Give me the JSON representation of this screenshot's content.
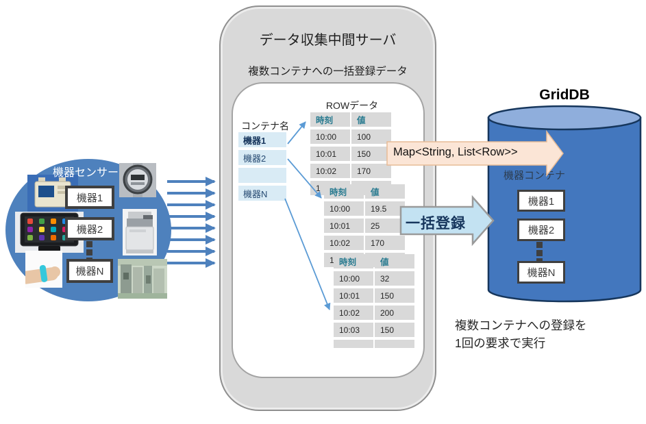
{
  "sensors": {
    "title": "機器センサー",
    "devices": [
      "機器1",
      "機器2",
      "機器N"
    ]
  },
  "server": {
    "title": "データ収集中間サーバ",
    "subtitle": "複数コンテナへの一括登録データ",
    "container_list_label": "コンテナ名",
    "container_cells": [
      "機器1",
      "機器2",
      "",
      "機器N"
    ],
    "row_data_title": "ROWデータ",
    "tables": [
      {
        "headers": [
          "時刻",
          "値"
        ],
        "rows": [
          [
            "10:00",
            "100"
          ],
          [
            "10:01",
            "150"
          ],
          [
            "10:02",
            "170"
          ]
        ],
        "partial_row": "1"
      },
      {
        "headers": [
          "時刻",
          "値"
        ],
        "rows": [
          [
            "10:00",
            "19.5"
          ],
          [
            "10:01",
            "25"
          ],
          [
            "10:02",
            "170"
          ]
        ],
        "partial_row": "1"
      },
      {
        "headers": [
          "時刻",
          "値"
        ],
        "rows": [
          [
            "10:00",
            "32"
          ],
          [
            "10:01",
            "150"
          ],
          [
            "10:02",
            "200"
          ],
          [
            "10:03",
            "150"
          ]
        ],
        "partial_row": ""
      }
    ]
  },
  "arrows": {
    "map_label": "Map<String, List<Row>>",
    "bulk_label": "一括登録"
  },
  "griddb": {
    "title": "GridDB",
    "container_label": "機器コンテナ",
    "containers": [
      "機器1",
      "機器2",
      "機器N"
    ]
  },
  "caption": {
    "line1": "複数コンテナへの登録を",
    "line2": "1回の要求で実行"
  },
  "colors": {
    "accent_blue": "#4e81bd",
    "cylinder_body": "#4377be",
    "cylinder_top": "#8faedc",
    "panel_gray": "#d9d9d9",
    "table_cell_gray": "#d9d9d9",
    "container_cell_blue": "#d9ebf5",
    "table_header_teal": "#2a7b90",
    "map_arrow_fill": "#fbe5d6",
    "bulk_arrow_fill": "#c3e2f2",
    "navy_text": "#17365d"
  }
}
